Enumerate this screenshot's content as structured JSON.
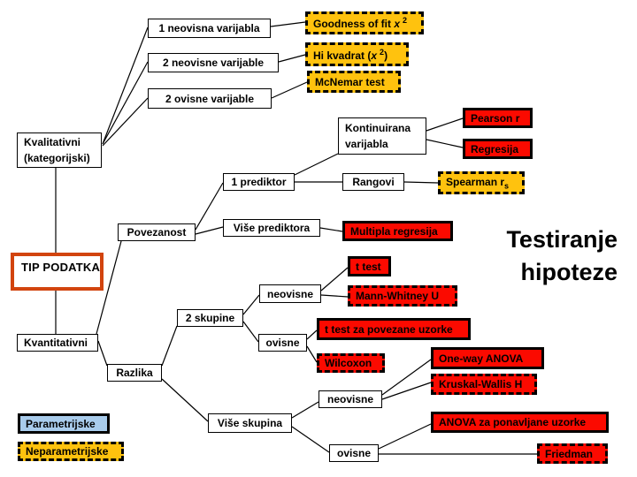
{
  "title": {
    "line1": "Testiranje",
    "line2": "hipoteze"
  },
  "colors": {
    "yellow": "#FFC20E",
    "red": "#FB0A00",
    "blue": "#A9CCEC",
    "orange": "#D2440E"
  },
  "nodes": {
    "var1": {
      "label": "1 neovisna varijabla"
    },
    "var2": {
      "label": "2 neovisne varijable"
    },
    "var3": {
      "label": "2 ovisne varijable"
    },
    "goodness": {
      "pre": "Goodness of fit ",
      "var": "x",
      "sup": "2"
    },
    "hi_kvadrat": {
      "pre": "Hi kvadrat (",
      "var": "x",
      "sup": "2",
      "post": ")"
    },
    "mcnemar": {
      "label": "McNemar test"
    },
    "kvalitativni": {
      "line1": "Kvalitativni",
      "line2": "(kategorijski)"
    },
    "kontinuirana": {
      "line1": "Kontinuirana",
      "line2": "varijabla"
    },
    "pearson": {
      "label": "Pearson r"
    },
    "regresija": {
      "label": "Regresija"
    },
    "prediktor1": {
      "label": "1 prediktor"
    },
    "rangovi": {
      "label": "Rangovi"
    },
    "spearman": {
      "pre": "Spearman r",
      "sub": "s"
    },
    "povezanost": {
      "label": "Povezanost"
    },
    "vise_prediktora": {
      "label": "Više prediktora"
    },
    "multipla_regresija": {
      "label": "Multipla regresija"
    },
    "tip_podatka": {
      "label": "TIP PODATKA"
    },
    "t_test": {
      "label": "t test"
    },
    "neovisne1": {
      "label": "neovisne"
    },
    "mann_whitney": {
      "label": "Mann-Whitney U"
    },
    "skupine2": {
      "label": "2 skupine"
    },
    "t_test_povezane": {
      "label": "t test za povezane uzorke"
    },
    "ovisne1": {
      "label": "ovisne"
    },
    "kvantitativni": {
      "label": "Kvantitativni"
    },
    "wilcoxon": {
      "label": "Wilcoxon"
    },
    "oneway_anova": {
      "label": "One-way ANOVA"
    },
    "kruskal": {
      "label": "Kruskal-Wallis H"
    },
    "razlika": {
      "label": "Razlika"
    },
    "neovisne2": {
      "label": "neovisne"
    },
    "parametrijske": {
      "label": "Parametrijske"
    },
    "vise_skupina": {
      "label": "Više skupina"
    },
    "anova_ponavljane": {
      "label": "ANOVA za ponavljane uzorke"
    },
    "neparametrijske": {
      "label": "Neparametrijske"
    },
    "ovisne2": {
      "label": "ovisne"
    },
    "friedman": {
      "label": "Friedman"
    }
  }
}
